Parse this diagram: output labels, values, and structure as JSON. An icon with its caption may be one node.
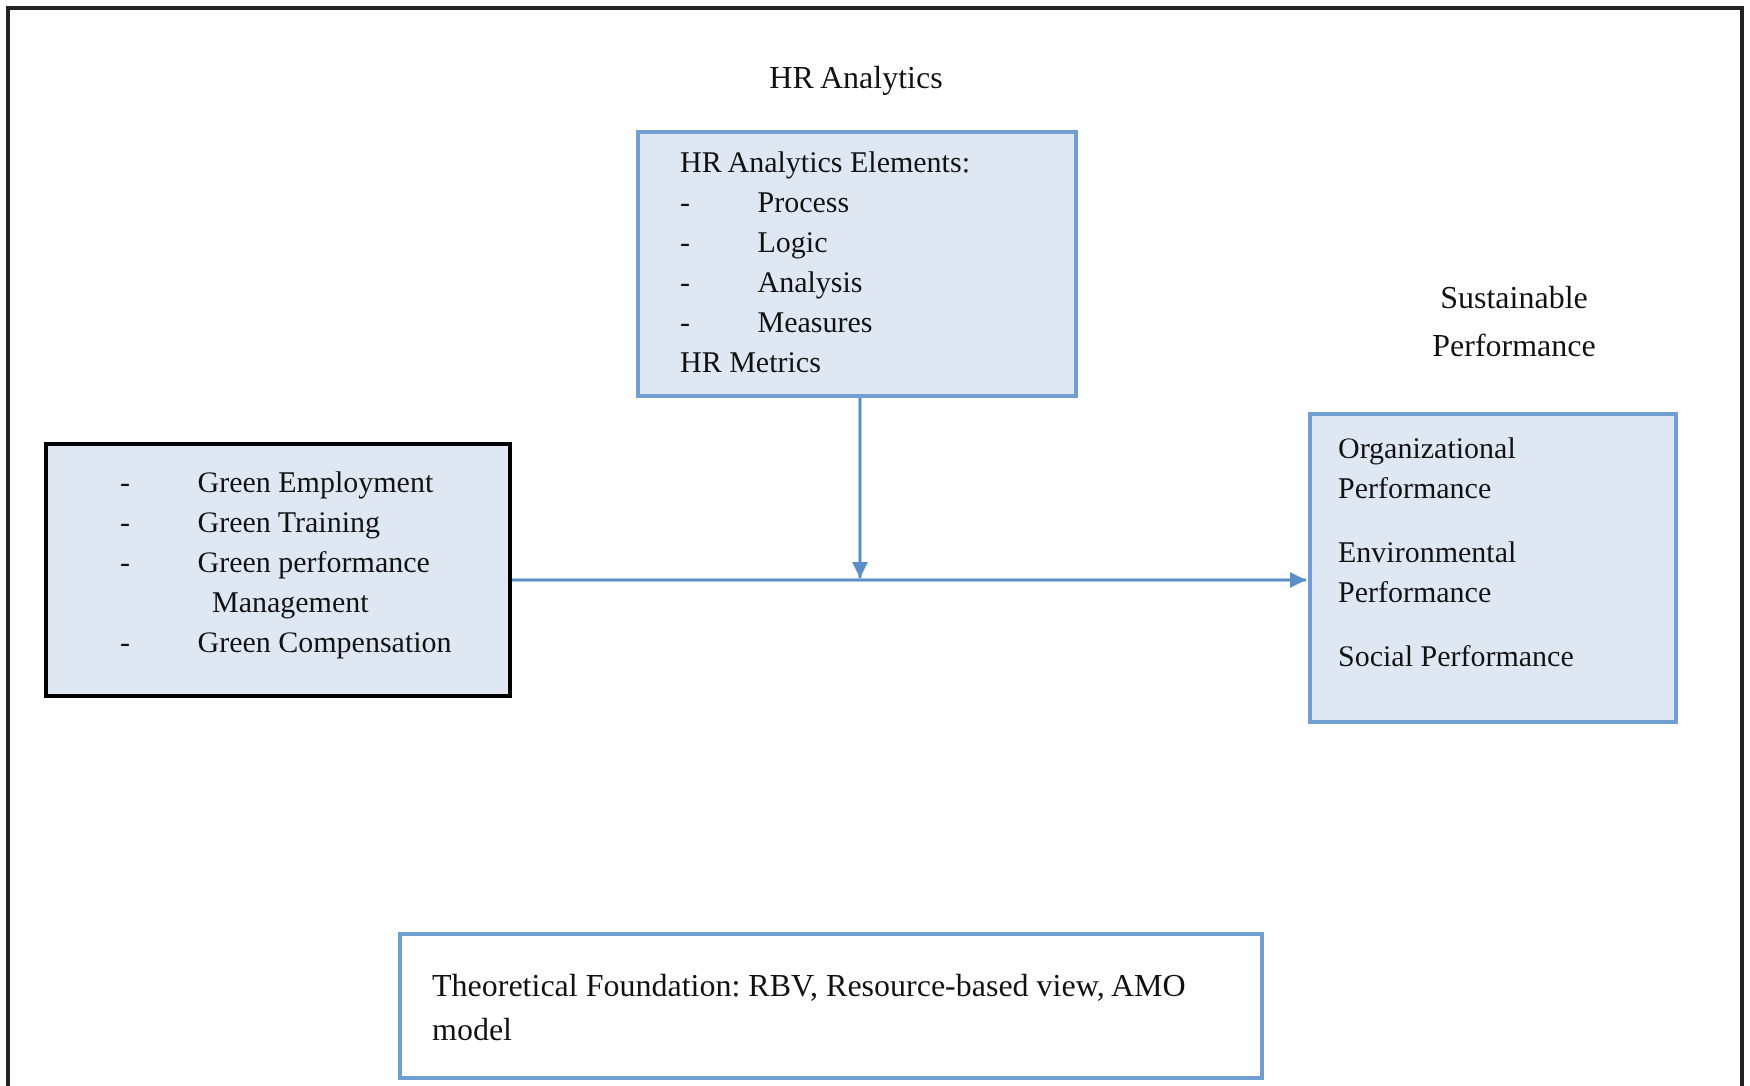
{
  "diagram": {
    "nodes": [
      {
        "text": [
          "HR Analytics",
          "HR Analytics Elements:",
          "- Process",
          "- Logic",
          "- Analysis",
          "- Measures",
          "HR Metrics"
        ]
      },
      {
        "text": [
          "- Green Employment",
          "- Green Training",
          "- Green performance Management",
          "- Green Compensation"
        ]
      },
      {
        "text": [
          "Sustainable Performance",
          "Organizational Performance",
          "Environmental Performance",
          "Social Performance"
        ]
      },
      {
        "text": [
          "Theoretical Foundation: RBV, Resource-based view, AMO model"
        ]
      }
    ],
    "edges": [
      {
        "from": 1,
        "to": 2,
        "arrow": "to"
      },
      {
        "from": 0,
        "to": null,
        "arrow": "to"
      }
    ]
  }
}
